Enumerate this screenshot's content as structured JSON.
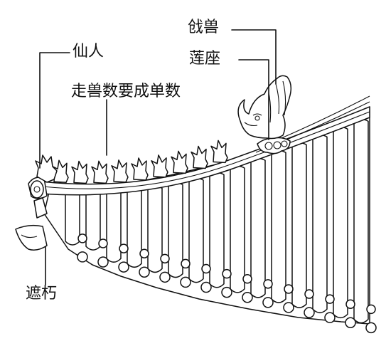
{
  "labels": {
    "qianshou": "戗兽",
    "lianzuo": "莲座",
    "xianren": "仙人",
    "zoushou": "走兽数要成单数",
    "zhexiu": "遮朽"
  },
  "figure": {
    "small_beast_count": 9,
    "tile_ridges": 15
  },
  "colors": {
    "ink": "#111111",
    "paper": "#ffffff"
  }
}
